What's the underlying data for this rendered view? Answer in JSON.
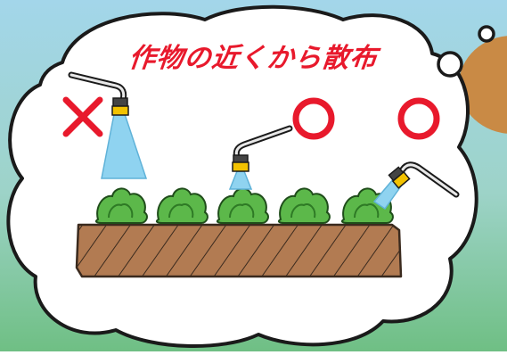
{
  "title": "作物の近くから散布",
  "colors": {
    "background_sky": "#a8d8e8",
    "background_ground": "#7cc48a",
    "cloud_fill": "#ffffff",
    "cloud_outline": "#1a1a1a",
    "accent_red": "#e8192c",
    "soil": "#b07a52",
    "crop": "#5cb84a",
    "spray": "#8fd3f0",
    "nozzle": "#f2c200",
    "corner_brown": "#c98a45"
  },
  "nozzles": [
    {
      "verdict": "incorrect",
      "mark": "cross-icon"
    },
    {
      "verdict": "correct",
      "mark": "circle-icon"
    },
    {
      "verdict": "correct",
      "mark": "circle-icon"
    }
  ]
}
